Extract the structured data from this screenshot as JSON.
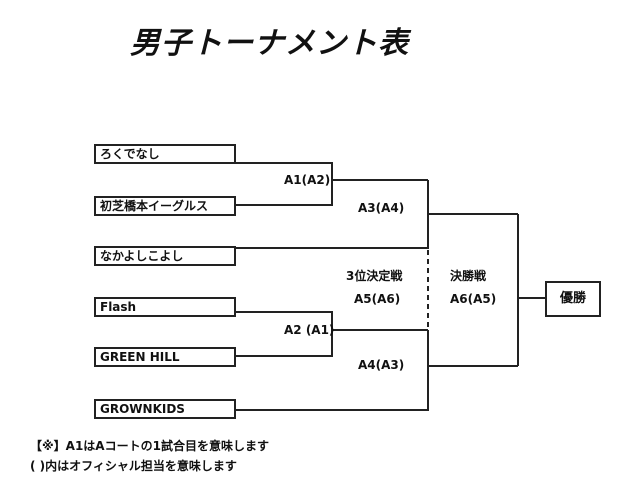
{
  "title": "男子トーナメント表",
  "teams": [
    "ろくでなし",
    "初芝橋本イーグルス",
    "なかよしこよし",
    "Flash",
    "GREEN HILL",
    "GROWNKIDS"
  ],
  "matches": {
    "a1": "A1(A2)",
    "a2": "A2 (A1)",
    "a3": "A3(A4)",
    "a4": "A4(A3)",
    "third_title": "3位決定戦",
    "third_code": "A5(A6)",
    "final_title": "決勝戦",
    "final_code": "A6(A5)"
  },
  "champion": "優勝",
  "notes": [
    "【※】A1はAコートの1試合目を意味します",
    "(  )内はオフィシャル担当を意味します"
  ]
}
